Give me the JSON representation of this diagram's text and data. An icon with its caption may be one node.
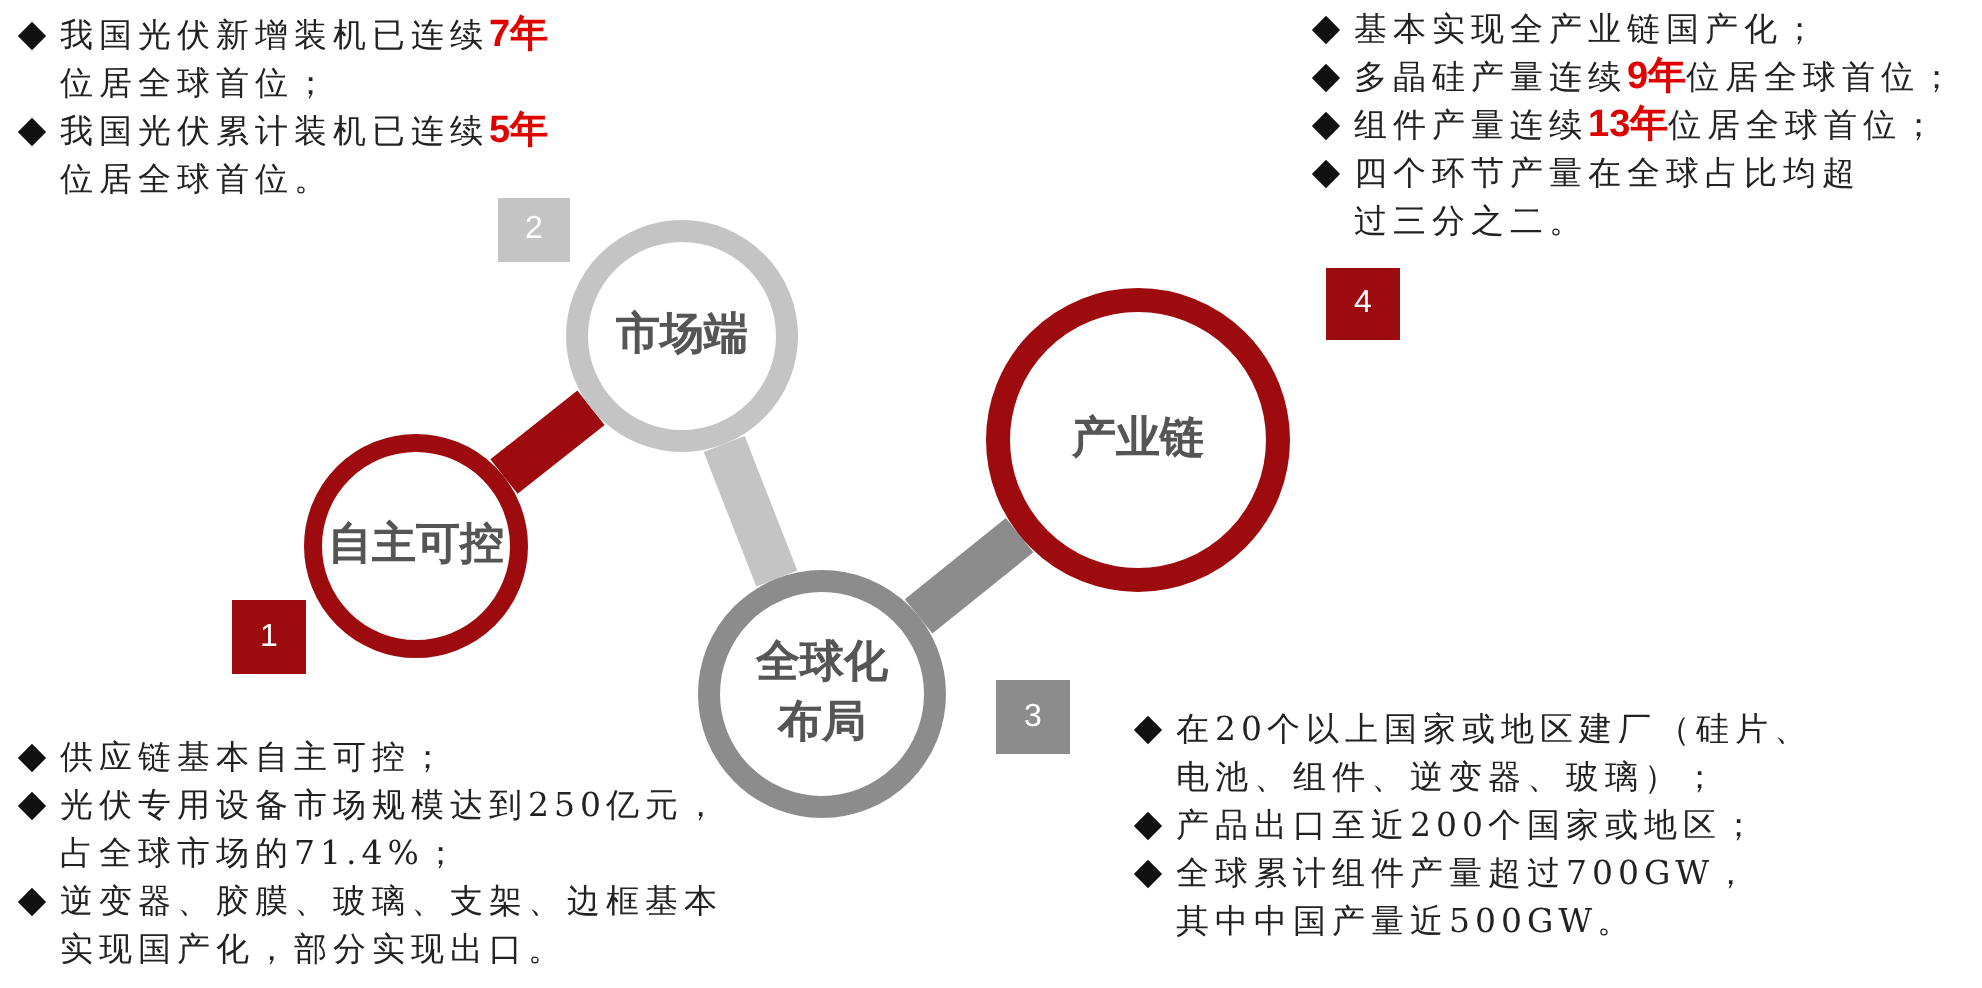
{
  "diagram": {
    "nodes": [
      {
        "text": [
          "自主可控"
        ]
      },
      {
        "text": [
          "市场端"
        ]
      },
      {
        "text": [
          "全球化布局"
        ]
      },
      {
        "text": [
          "产业链"
        ]
      },
      {
        "text": [
          "1"
        ]
      },
      {
        "text": [
          "2"
        ]
      },
      {
        "text": [
          "3"
        ]
      },
      {
        "text": [
          "4"
        ]
      }
    ],
    "edges": [
      {
        "from": 0,
        "to": 1,
        "arrow": "none",
        "color": "#9e0b0f"
      },
      {
        "from": 1,
        "to": 2,
        "arrow": "none",
        "color": "#c4c4c4"
      },
      {
        "from": 2,
        "to": 3,
        "arrow": "none",
        "color": "#8c8c8c"
      }
    ],
    "labels": [
      "我国光伏新增装机已连续**7年**位居全球首位；",
      "我国光伏累计装机已连续**5年**位居全球首位。",
      "基本实现全产业链国产化；",
      "多晶硅产量连续**9年**位居全球首位；",
      "组件产量连续**13年**位居全球首位；",
      "四个环节产量在全球占比均超过三分之二。",
      "供应链基本自主可控；",
      "光伏专用设备市场规模达到250亿元，占全球市场的71.4%；",
      "逆变器、胶膜、玻璃、支架、边框基本实现国产化，部分实现出口。",
      "在20个以上国家或地区建厂（硅片、电池、组件、逆变器、玻璃）；",
      "产品出口至近200个国家或地区；",
      "全球累计组件产量超过700GW，其中中国产量近500GW。"
    ]
  }
}
